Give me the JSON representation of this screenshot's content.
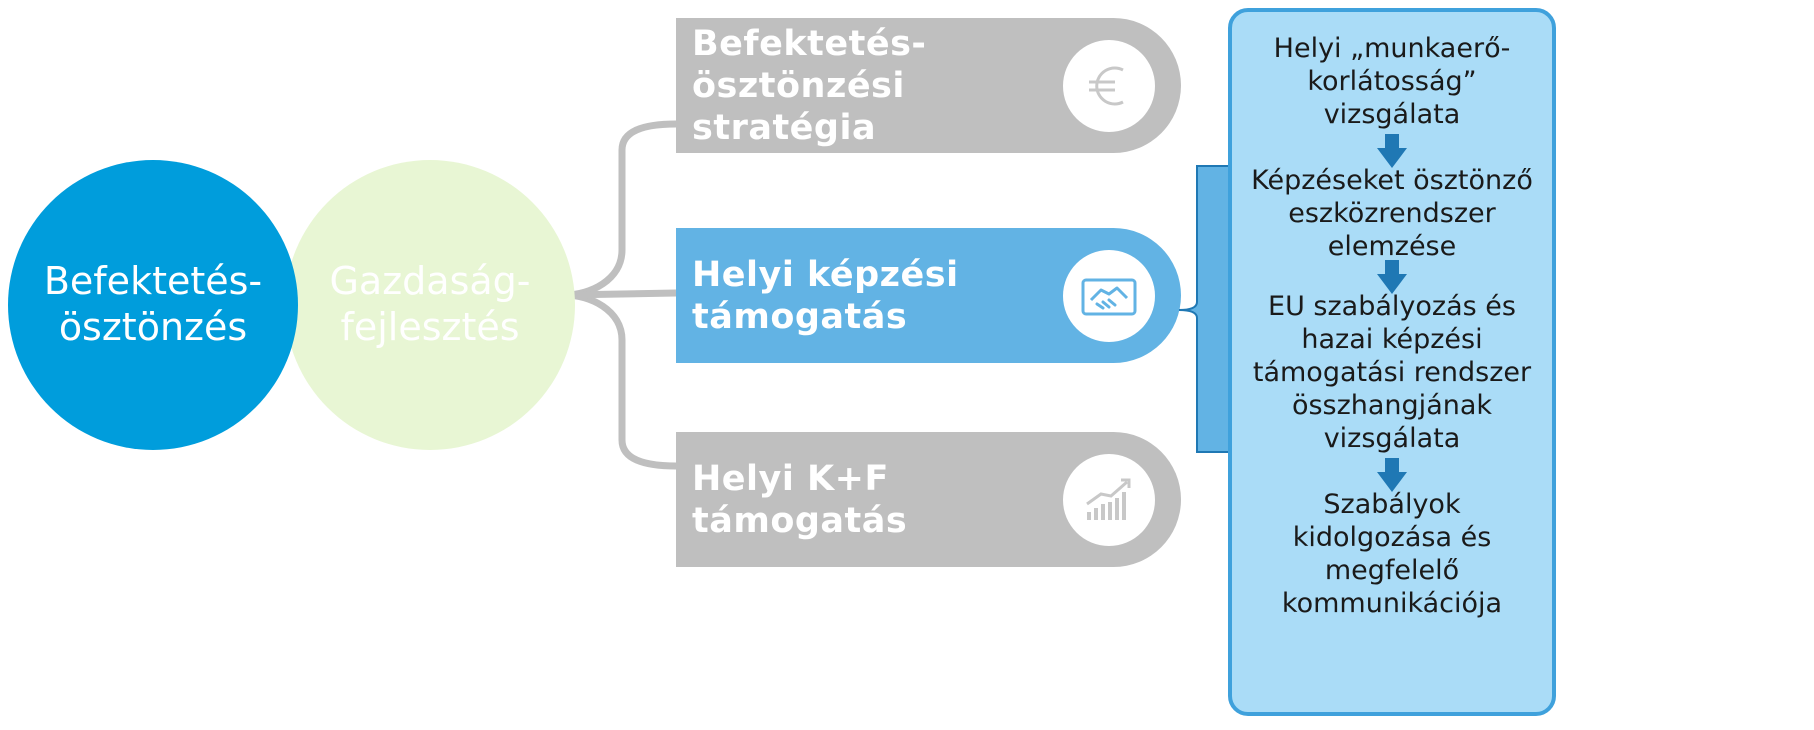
{
  "circles": {
    "main": "Befektetés-\nösztönzés",
    "secondary": "Gazdaság-\nfejlesztés"
  },
  "branches": [
    {
      "label": "Befektetés-\nösztönzési\nstratégia",
      "icon": "euro-icon",
      "highlighted": false
    },
    {
      "label": "Helyi képzési\ntámogatás",
      "icon": "handshake-icon",
      "highlighted": true
    },
    {
      "label": "Helyi K+F\ntámogatás",
      "icon": "growth-chart-icon",
      "highlighted": false
    }
  ],
  "process_steps": [
    "Helyi „munkaerő-\nkorlátosság”\nvizsgálata",
    "Képzéseket ösztönző\neszközrendszer\nelemzése",
    "EU szabályozás és\nhazai képzési\ntámogatási rendszer\nösszhangjának\nvizsgálata",
    "Szabályok\nkidolgozása és\nmegfelelő\nkommunikációja"
  ],
  "colors": {
    "main_circle": "#009ddc",
    "secondary_circle": "#e8f6d4",
    "gray_pill": "#bfbfbf",
    "blue_pill": "#62b3e4",
    "panel_fill": "#aadcf7",
    "panel_border": "#3fa1dc",
    "arrow": "#1f78b4",
    "connector": "#bfbfbf"
  }
}
